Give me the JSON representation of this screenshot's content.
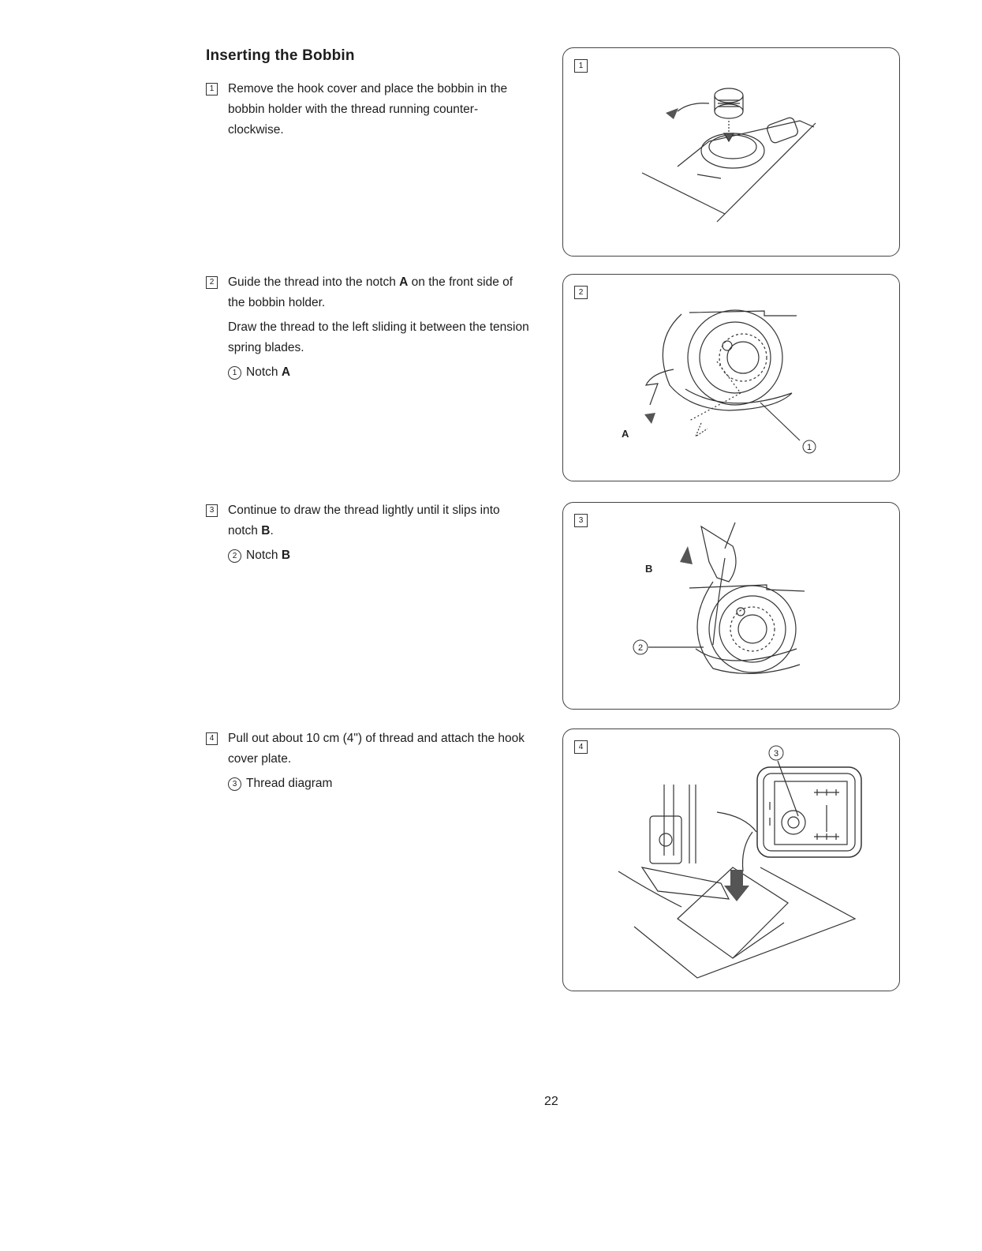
{
  "title": "Inserting the Bobbin",
  "steps": [
    {
      "num": "1",
      "text": "Remove the hook cover and place the bobbin in the bobbin holder with the thread running counter-clockwise."
    },
    {
      "num": "2",
      "text_before": "Guide the thread into the notch ",
      "text_bold": "A",
      "text_after": " on the front side of the bobbin holder.",
      "extra": "Draw the thread to the left sliding it between the tension spring blades.",
      "note_num": "1",
      "note_label": "Notch ",
      "note_bold": "A"
    },
    {
      "num": "3",
      "text_before": "Continue to draw the thread lightly until it slips into notch ",
      "text_bold": "B",
      "text_after": ".",
      "note_num": "2",
      "note_label": "Notch ",
      "note_bold": "B"
    },
    {
      "num": "4",
      "text": "Pull out about 10 cm (4\") of thread and attach the hook cover plate.",
      "note_num": "3",
      "note_label": "Thread diagram"
    }
  ],
  "figures": [
    {
      "num": "1"
    },
    {
      "num": "2",
      "label_a": "A",
      "callout": "1"
    },
    {
      "num": "3",
      "label_b": "B",
      "callout": "2"
    },
    {
      "num": "4",
      "callout": "3"
    }
  ],
  "page_number": "22"
}
